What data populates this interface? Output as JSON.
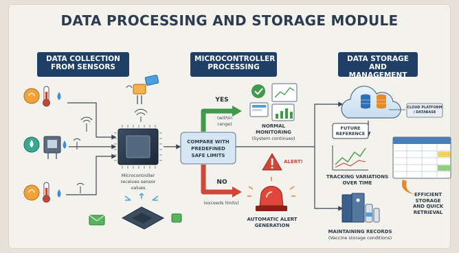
{
  "title": "DATA PROCESSING AND STORAGE MODULE",
  "sections": {
    "collection": [
      "DATA COLLECTION",
      "FROM SENSORS"
    ],
    "processing": [
      "MICROCONTROLLER",
      "PROCESSING"
    ],
    "storage": [
      "DATA STORAGE",
      "AND MANAGEMENT"
    ]
  },
  "microcontroller_caption": [
    "Microcontroller",
    "receives sensor",
    "values"
  ],
  "compare_box": [
    "COMPARE WITH",
    "PREDEFINED",
    "SAFE LIMITS"
  ],
  "yes_branch": {
    "label": "YES",
    "note": [
      "(within",
      "range)"
    ]
  },
  "no_branch": {
    "label": "NO",
    "note": "(exceeds limits)"
  },
  "normal_monitoring": [
    "NORMAL",
    "MONITORING",
    "(System continues)"
  ],
  "alert": {
    "badge": "ALERT!",
    "caption": [
      "AUTOMATIC ALERT",
      "GENERATION"
    ]
  },
  "cloud_tag": [
    "CLOUD PLATFORM",
    "/ DATABASE"
  ],
  "future_reference": [
    "FUTURE",
    "REFERENCE"
  ],
  "tracking": [
    "TRACKING VARIATIONS",
    "OVER TIME"
  ],
  "maintaining": [
    "MAINTAINING RECORDS",
    "(Vaccine storage conditions)"
  ],
  "efficient": [
    "EFFICIENT",
    "STORAGE",
    "AND QUICK",
    "RETRIEVAL"
  ],
  "colors": {
    "navy": "#1f3f66",
    "green_arrow": "#3f9a4a",
    "red_arrow": "#d0473a",
    "compare_box": "#d6e6f2",
    "orange": "#e58a2b"
  }
}
